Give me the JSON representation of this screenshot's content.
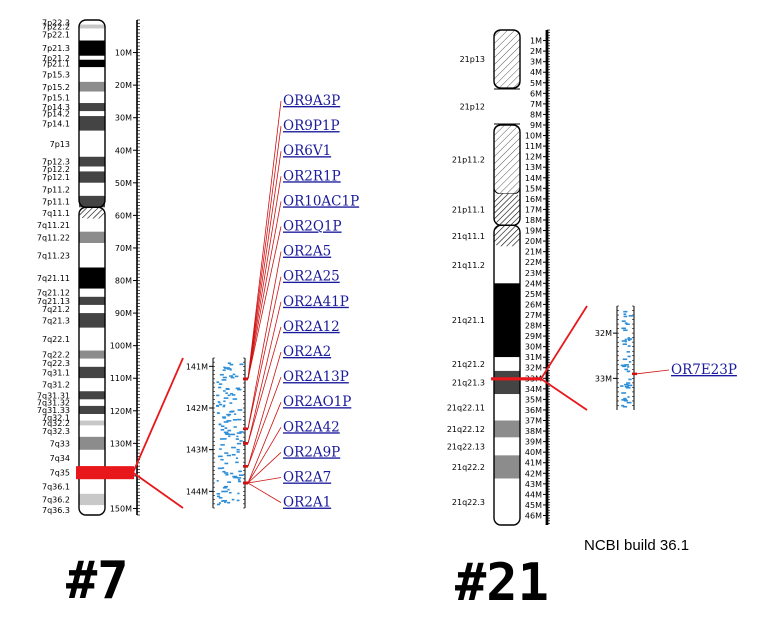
{
  "chr7": {
    "title": "#7",
    "bands": [
      {
        "name": "7p22.3",
        "start": 0,
        "end": 1.4,
        "stain": "white"
      },
      {
        "name": "7p22.2",
        "start": 1.4,
        "end": 2.6,
        "stain": "lightgray"
      },
      {
        "name": "7p22.1",
        "start": 2.6,
        "end": 6.3,
        "stain": "white"
      },
      {
        "name": "7p21.3",
        "start": 6.3,
        "end": 11.0,
        "stain": "black"
      },
      {
        "name": "7p21.2",
        "start": 11.0,
        "end": 12.2,
        "stain": "white"
      },
      {
        "name": "7p21.1",
        "start": 12.2,
        "end": 14.5,
        "stain": "black"
      },
      {
        "name": "7p15.3",
        "start": 14.5,
        "end": 19.0,
        "stain": "white"
      },
      {
        "name": "7p15.2",
        "start": 19.0,
        "end": 22.0,
        "stain": "gray"
      },
      {
        "name": "7p15.1",
        "start": 22.0,
        "end": 25.5,
        "stain": "white"
      },
      {
        "name": "7p14.3",
        "start": 25.5,
        "end": 28.0,
        "stain": "darkgray"
      },
      {
        "name": "7p14.2",
        "start": 28.0,
        "end": 29.5,
        "stain": "white"
      },
      {
        "name": "7p14.1",
        "start": 29.5,
        "end": 34.0,
        "stain": "darkgray"
      },
      {
        "name": "7p13",
        "start": 34.0,
        "end": 42.0,
        "stain": "white"
      },
      {
        "name": "7p12.3",
        "start": 42.0,
        "end": 45.0,
        "stain": "darkgray"
      },
      {
        "name": "7p12.2",
        "start": 45.0,
        "end": 46.5,
        "stain": "white"
      },
      {
        "name": "7p12.1",
        "start": 46.5,
        "end": 50.0,
        "stain": "darkgray"
      },
      {
        "name": "7p11.2",
        "start": 50.0,
        "end": 54.0,
        "stain": "white"
      },
      {
        "name": "7p11.1",
        "start": 54.0,
        "end": 57.5,
        "stain": "darkgray"
      },
      {
        "name": "7q11.1",
        "start": 57.5,
        "end": 61.0,
        "stain": "hatch"
      },
      {
        "name": "7q11.21",
        "start": 61.0,
        "end": 65.0,
        "stain": "white"
      },
      {
        "name": "7q11.22",
        "start": 65.0,
        "end": 68.5,
        "stain": "gray"
      },
      {
        "name": "7q11.23",
        "start": 68.5,
        "end": 76.0,
        "stain": "white"
      },
      {
        "name": "7q21.11",
        "start": 76.0,
        "end": 82.5,
        "stain": "black"
      },
      {
        "name": "7q21.12",
        "start": 82.5,
        "end": 85.0,
        "stain": "white"
      },
      {
        "name": "7q21.13",
        "start": 85.0,
        "end": 87.5,
        "stain": "darkgray"
      },
      {
        "name": "7q21.2",
        "start": 87.5,
        "end": 90.0,
        "stain": "white"
      },
      {
        "name": "7q21.3",
        "start": 90.0,
        "end": 94.5,
        "stain": "darkgray"
      },
      {
        "name": "7q22.1",
        "start": 94.5,
        "end": 101.5,
        "stain": "white"
      },
      {
        "name": "7q22.2",
        "start": 101.5,
        "end": 104.0,
        "stain": "gray"
      },
      {
        "name": "7q22.3",
        "start": 104.0,
        "end": 106.5,
        "stain": "white"
      },
      {
        "name": "7q31.1",
        "start": 106.5,
        "end": 110.0,
        "stain": "darkgray"
      },
      {
        "name": "7q31.2",
        "start": 110.0,
        "end": 114.0,
        "stain": "white"
      },
      {
        "name": "7q31.31",
        "start": 114.0,
        "end": 116.5,
        "stain": "darkgray"
      },
      {
        "name": "7q31.32",
        "start": 116.5,
        "end": 118.5,
        "stain": "white"
      },
      {
        "name": "7q31.33",
        "start": 118.5,
        "end": 121.0,
        "stain": "darkgray"
      },
      {
        "name": "7q32.1",
        "start": 121.0,
        "end": 123.0,
        "stain": "white"
      },
      {
        "name": "7q32.2",
        "start": 123.0,
        "end": 124.5,
        "stain": "lightgray"
      },
      {
        "name": "7q32.3",
        "start": 124.5,
        "end": 128.0,
        "stain": "white"
      },
      {
        "name": "7q33",
        "start": 128.0,
        "end": 132.0,
        "stain": "gray"
      },
      {
        "name": "7q34",
        "start": 132.0,
        "end": 137.0,
        "stain": "white"
      },
      {
        "name": "7q35",
        "start": 137.0,
        "end": 141.0,
        "stain": "red"
      },
      {
        "name": "7q36.1",
        "start": 141.0,
        "end": 145.5,
        "stain": "white"
      },
      {
        "name": "7q36.2",
        "start": 145.5,
        "end": 149.0,
        "stain": "lightgray"
      },
      {
        "name": "7q36.3",
        "start": 149.0,
        "end": 152.0,
        "stain": "white"
      }
    ],
    "length": 152,
    "ticks": [
      "10M",
      "20M",
      "30M",
      "40M",
      "50M",
      "60M",
      "70M",
      "80M",
      "90M",
      "100M",
      "110M",
      "120M",
      "130M",
      "140M",
      "150M"
    ],
    "tick_values": [
      10,
      20,
      30,
      40,
      50,
      60,
      70,
      80,
      90,
      100,
      110,
      120,
      130,
      140,
      150
    ],
    "highlight": {
      "start": 137.0,
      "end": 141.0
    },
    "zoom_ticks": [
      "141M",
      "142M",
      "143M",
      "144M"
    ],
    "zoom_tick_values": [
      141,
      142,
      143,
      144
    ],
    "zoom_range": [
      140.8,
      144.4
    ],
    "genes": [
      {
        "label": "OR9A3P",
        "pos": 141.3
      },
      {
        "label": "OR9P1P",
        "pos": 141.3
      },
      {
        "label": "OR6V1",
        "pos": 141.3
      },
      {
        "label": "OR2R1P",
        "pos": 141.3
      },
      {
        "label": "OR10AC1P",
        "pos": 141.3
      },
      {
        "label": "OR2Q1P",
        "pos": 141.3
      },
      {
        "label": "OR2A5",
        "pos": 142.5
      },
      {
        "label": "OR2A25",
        "pos": 142.5
      },
      {
        "label": "OR2A41P",
        "pos": 142.85
      },
      {
        "label": "OR2A12",
        "pos": 142.85
      },
      {
        "label": "OR2A2",
        "pos": 143.4
      },
      {
        "label": "OR2A13P",
        "pos": 143.4
      },
      {
        "label": "OR2AO1P",
        "pos": 143.8
      },
      {
        "label": "OR2A42",
        "pos": 143.8
      },
      {
        "label": "OR2A9P",
        "pos": 143.8
      },
      {
        "label": "OR2A7",
        "pos": 143.8
      },
      {
        "label": "OR2A1",
        "pos": 143.8
      }
    ]
  },
  "chr21": {
    "title": "#21",
    "bands": [
      {
        "name": "21p13",
        "start": 0,
        "end": 5.5,
        "stain": "stalk"
      },
      {
        "name": "21p12",
        "start": 5.5,
        "end": 9.0,
        "stain": "gap"
      },
      {
        "name": "21p11.2",
        "start": 9.0,
        "end": 15.5,
        "stain": "stalk"
      },
      {
        "name": "21p11.1",
        "start": 15.5,
        "end": 18.5,
        "stain": "hatch"
      },
      {
        "name": "21q11.1",
        "start": 18.5,
        "end": 20.5,
        "stain": "hatch"
      },
      {
        "name": "21q11.2",
        "start": 20.5,
        "end": 24.0,
        "stain": "white"
      },
      {
        "name": "21q21.1",
        "start": 24.0,
        "end": 31.0,
        "stain": "black"
      },
      {
        "name": "21q21.2",
        "start": 31.0,
        "end": 32.3,
        "stain": "white"
      },
      {
        "name": "21q21.3",
        "start": 32.3,
        "end": 34.5,
        "stain": "darkgray"
      },
      {
        "name": "21q22.11",
        "start": 34.5,
        "end": 37.0,
        "stain": "white"
      },
      {
        "name": "21q22.12",
        "start": 37.0,
        "end": 38.6,
        "stain": "gray"
      },
      {
        "name": "21q22.13",
        "start": 38.6,
        "end": 40.3,
        "stain": "white"
      },
      {
        "name": "21q22.2",
        "start": 40.3,
        "end": 42.5,
        "stain": "gray"
      },
      {
        "name": "21q22.3",
        "start": 42.5,
        "end": 46.9,
        "stain": "white"
      }
    ],
    "length": 46.9,
    "ticks": [
      "1M",
      "2M",
      "3M",
      "4M",
      "5M",
      "6M",
      "7M",
      "8M",
      "9M",
      "10M",
      "11M",
      "12M",
      "13M",
      "14M",
      "15M",
      "16M",
      "17M",
      "18M",
      "19M",
      "20M",
      "21M",
      "22M",
      "23M",
      "24M",
      "25M",
      "26M",
      "27M",
      "28M",
      "29M",
      "30M",
      "31M",
      "32M",
      "33M",
      "34M",
      "35M",
      "36M",
      "37M",
      "38M",
      "39M",
      "40M",
      "41M",
      "42M",
      "43M",
      "44M",
      "45M",
      "46M"
    ],
    "tick_values": [
      1,
      2,
      3,
      4,
      5,
      6,
      7,
      8,
      9,
      10,
      11,
      12,
      13,
      14,
      15,
      16,
      17,
      18,
      19,
      20,
      21,
      22,
      23,
      24,
      25,
      26,
      27,
      28,
      29,
      30,
      31,
      32,
      33,
      34,
      35,
      36,
      37,
      38,
      39,
      40,
      41,
      42,
      43,
      44,
      45,
      46
    ],
    "highlight": {
      "start": 32.9,
      "end": 33.2
    },
    "zoom_ticks": [
      "32M",
      "33M"
    ],
    "zoom_tick_values": [
      32,
      33
    ],
    "zoom_range": [
      31.4,
      33.7
    ],
    "genes": [
      {
        "label": "OR7E23P",
        "pos": 32.9
      }
    ]
  },
  "footer": {
    "build_note": "NCBI build 36.1"
  },
  "colors": {
    "link": "#1a1a9c",
    "highlight": "#e8171b",
    "feature": "#2e8fd8",
    "line": "#d01010"
  }
}
